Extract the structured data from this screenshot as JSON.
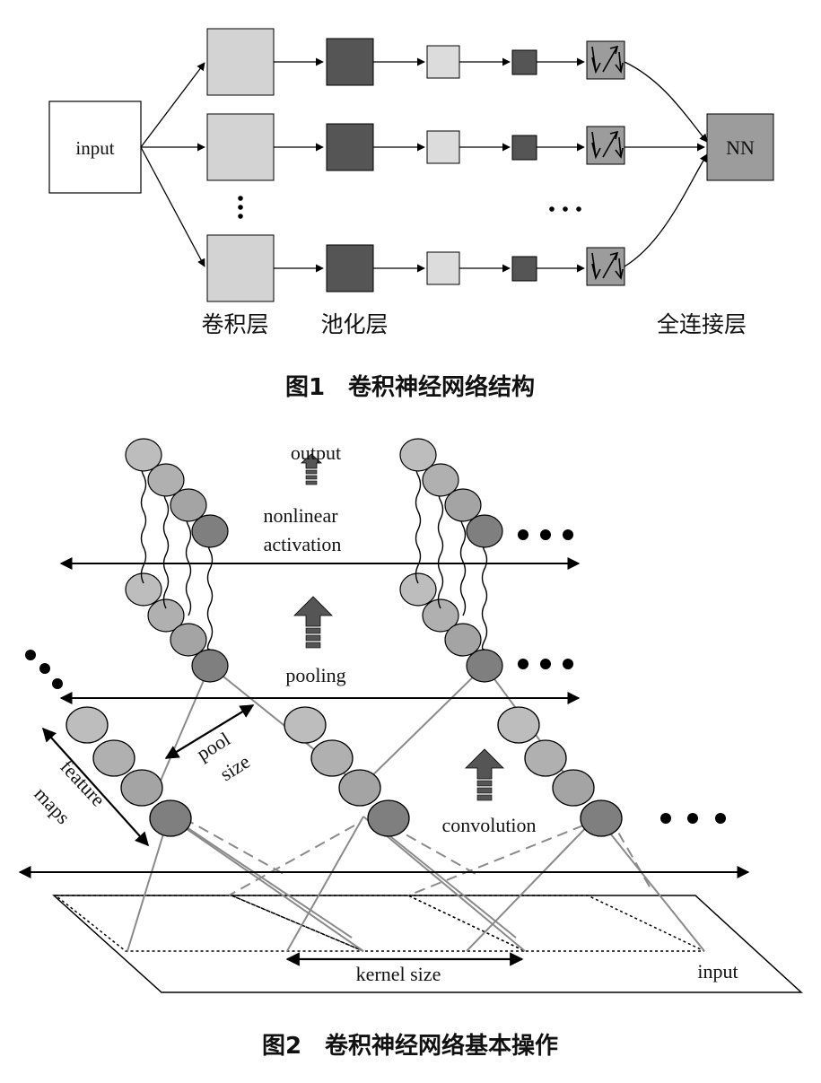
{
  "figure1": {
    "caption": "图1　卷积神经网络结构",
    "input_label": "input",
    "output_label": "NN",
    "layer_labels": {
      "conv": "卷积层",
      "pool": "池化层",
      "fc": "全连接层"
    },
    "ellipsis_vertical": "⋮",
    "ellipsis_horizontal": "···",
    "branch_count": 3,
    "colors": {
      "conv": "#d3d3d3",
      "pool": "#555555",
      "small": "#dcdcdc",
      "nn": "#9c9c9c"
    }
  },
  "figure2": {
    "caption": "图2　卷积神经网络基本操作",
    "labels": {
      "output": "output",
      "nonlinear_line1": "nonlinear",
      "nonlinear_line2": "activation",
      "pooling": "pooling",
      "pool_line1": "pool",
      "pool_line2": "size",
      "feature_line1": "feature",
      "feature_line2": "maps",
      "convolution": "convolution",
      "kernel_size": "kernel size",
      "input": "input"
    },
    "colors": {
      "node_light": "#bdbdbd",
      "node_dark": "#7f7f7f",
      "arrow": "#555555"
    }
  }
}
